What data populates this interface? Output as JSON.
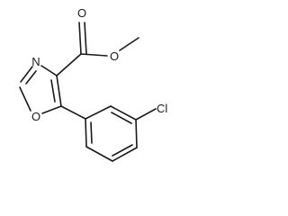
{
  "atoms": {
    "o_carbonyl": "O",
    "o_ester": "O",
    "n_ring": "N",
    "o_ring": "O",
    "cl": "Cl"
  },
  "colors": {
    "bond": "#1a1a1a",
    "label": "#1a1a1a",
    "background": "#ffffff"
  }
}
